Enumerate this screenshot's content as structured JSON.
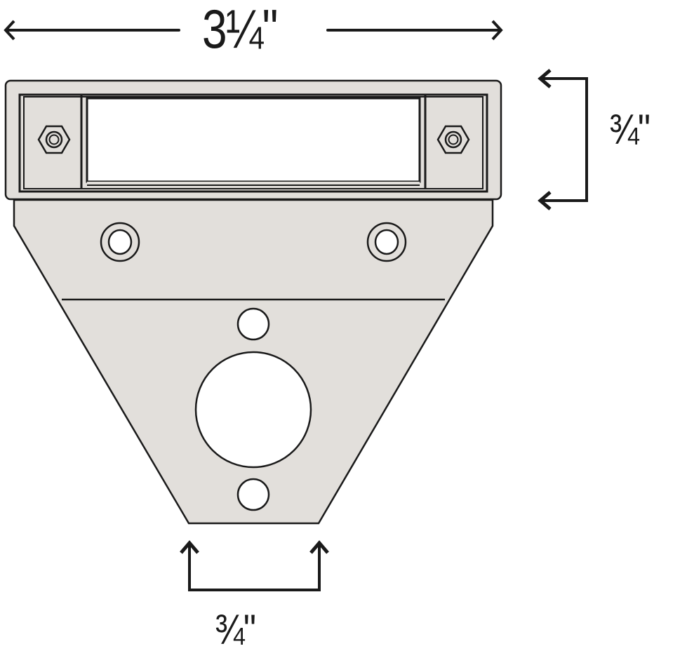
{
  "diagram": {
    "title": "Mounting bracket dimension drawing",
    "colors": {
      "fill": "#e2dfdb",
      "stroke": "#1a1a1a",
      "background": "#ffffff",
      "window": "#ffffff"
    },
    "dimensions": {
      "overall_width": {
        "label": "3¼\"",
        "orientation": "horizontal",
        "position": "top"
      },
      "top_plate_height": {
        "label": "¾\"",
        "orientation": "vertical",
        "position": "right"
      },
      "bottom_edge_width": {
        "label": "¾\"",
        "orientation": "horizontal",
        "position": "bottom"
      }
    },
    "parts": {
      "top_plate": {
        "has_window": true,
        "hex_nuts": 2
      },
      "upper_bracket": {
        "countersunk_holes": 2
      },
      "lower_bracket": {
        "small_holes": 2,
        "large_holes": 1
      }
    }
  }
}
